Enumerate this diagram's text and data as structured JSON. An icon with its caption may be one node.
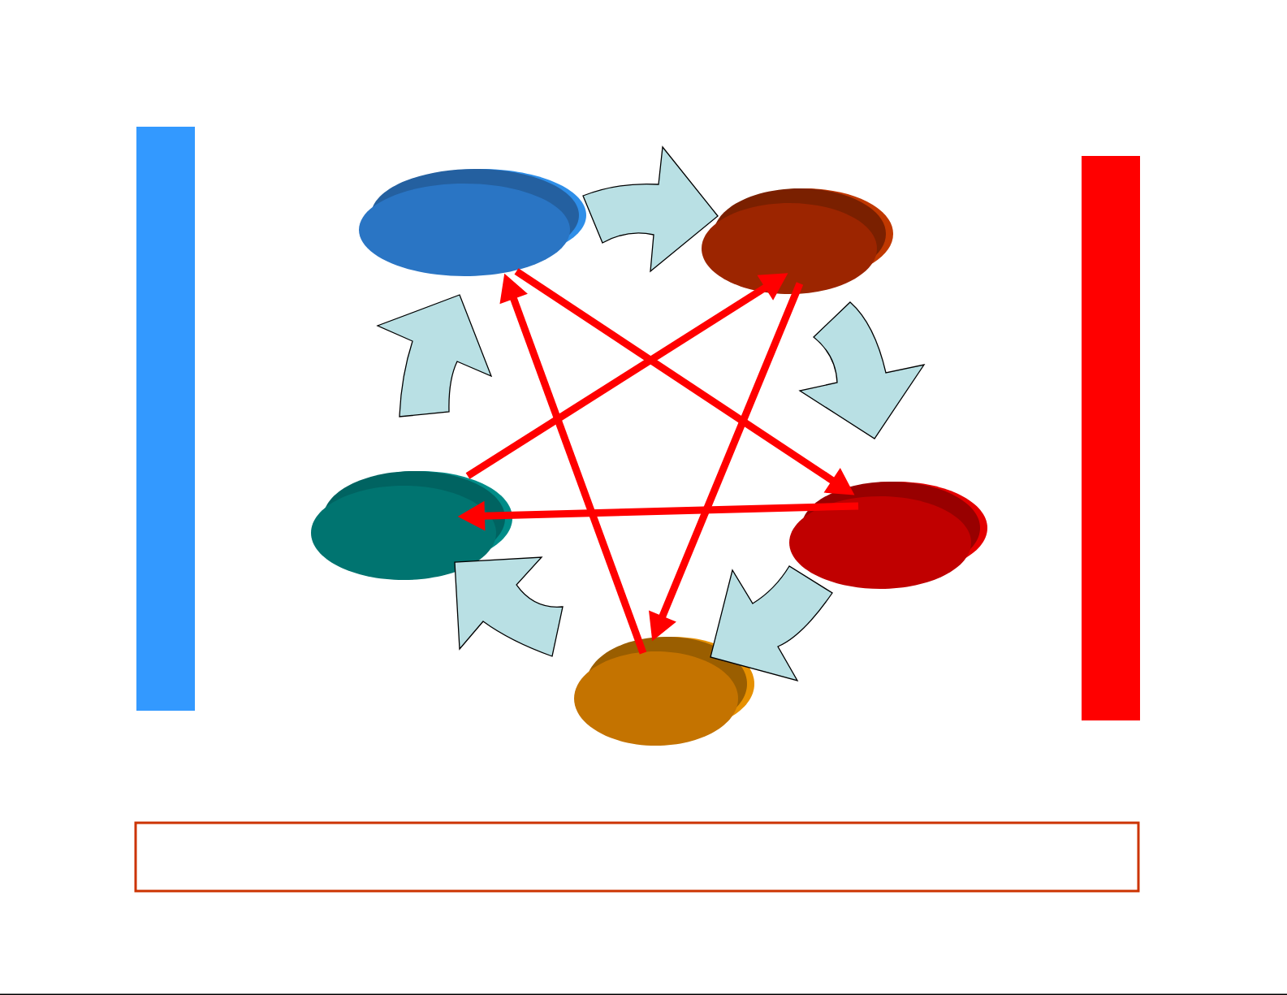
{
  "diagram": {
    "nodes": [
      {
        "text": [],
        "shape": "ellipse"
      },
      {
        "text": [],
        "shape": "ellipse"
      },
      {
        "text": [],
        "shape": "ellipse"
      },
      {
        "text": [],
        "shape": "ellipse"
      },
      {
        "text": [],
        "shape": "ellipse"
      },
      {
        "text": [],
        "shape": "bar"
      },
      {
        "text": [],
        "shape": "bar"
      }
    ],
    "edges": [
      {
        "from": 0,
        "to": 1,
        "arrow": "to"
      },
      {
        "from": 1,
        "to": 3,
        "arrow": "to"
      },
      {
        "from": 3,
        "to": 4,
        "arrow": "to"
      },
      {
        "from": 4,
        "to": 2,
        "arrow": "to"
      },
      {
        "from": 2,
        "to": 0,
        "arrow": "to"
      },
      {
        "from": 0,
        "to": 3,
        "arrow": "to",
        "color": "#ff0000"
      },
      {
        "from": 2,
        "to": 1,
        "arrow": "to",
        "color": "#ff0000"
      },
      {
        "from": 1,
        "to": 4,
        "arrow": "to",
        "color": "#ff0000"
      },
      {
        "from": 3,
        "to": 2,
        "arrow": "to",
        "color": "#ff0000"
      },
      {
        "from": 4,
        "to": 0,
        "arrow": "to",
        "color": "#ff0000"
      }
    ]
  }
}
